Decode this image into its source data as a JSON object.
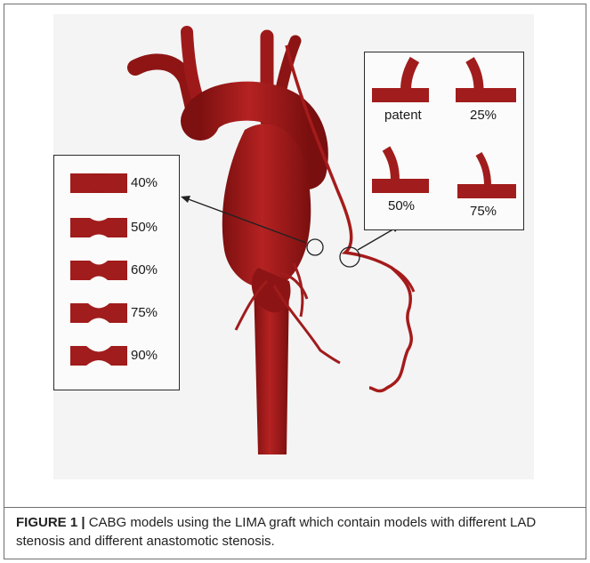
{
  "figure": {
    "lad_stenosis_levels": [
      "40%",
      "50%",
      "60%",
      "75%",
      "90%"
    ],
    "anastomotic_stenosis": [
      "patent",
      "25%",
      "50%",
      "75%"
    ],
    "vessel_color": "#a51b1b"
  },
  "caption": {
    "label": "FIGURE 1 |",
    "text": " CABG models using the LIMA graft which contain models with different LAD stenosis and different anastomotic stenosis."
  }
}
